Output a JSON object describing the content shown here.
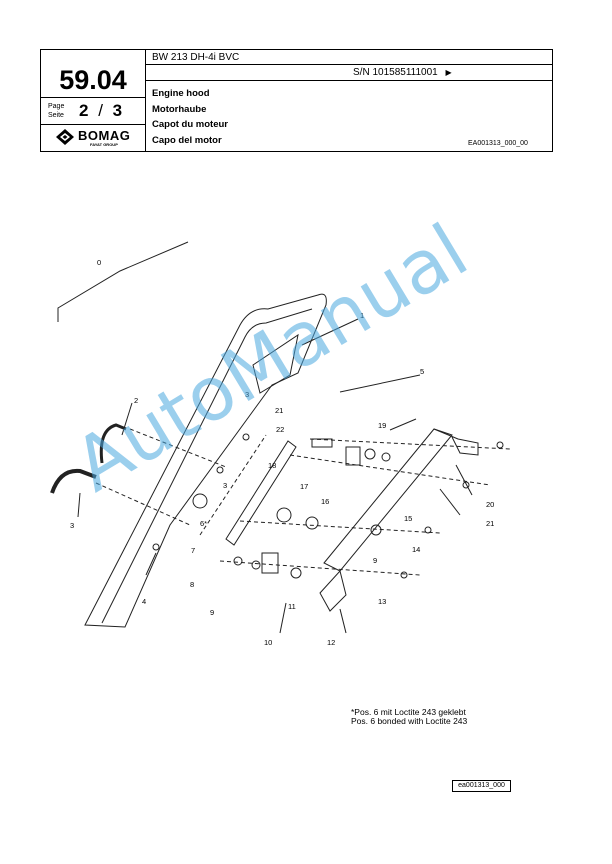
{
  "header": {
    "model": "BW 213 DH-4i BVC",
    "serial": "S/N 101585111001",
    "serial_arrow": "▶",
    "section": "59.04",
    "page_label_en": "Page",
    "page_label_de": "Seite",
    "page_number": "2",
    "page_sep": "/",
    "page_total": "3",
    "brand": "BOMAG",
    "brand_sub": "FAYAT GROUP",
    "titles": [
      "Engine hood",
      "Motorhaube",
      "Capot du moteur",
      "Capo del motor"
    ],
    "drawing_code": "EA001313_000_00"
  },
  "diagram": {
    "labels": [
      "0",
      "1",
      "2",
      "3",
      "3",
      "3",
      "4",
      "5",
      "6*",
      "7",
      "8",
      "9",
      "9",
      "10",
      "11",
      "12",
      "13",
      "14",
      "15",
      "16",
      "17",
      "18",
      "19",
      "20",
      "21",
      "21",
      "22"
    ]
  },
  "watermark": "AutoManual",
  "notes": [
    "*Pos. 6 mit Loctite 243 geklebt",
    "Pos. 6 bonded with Loctite 243"
  ],
  "ref_code": "ea001313_000"
}
